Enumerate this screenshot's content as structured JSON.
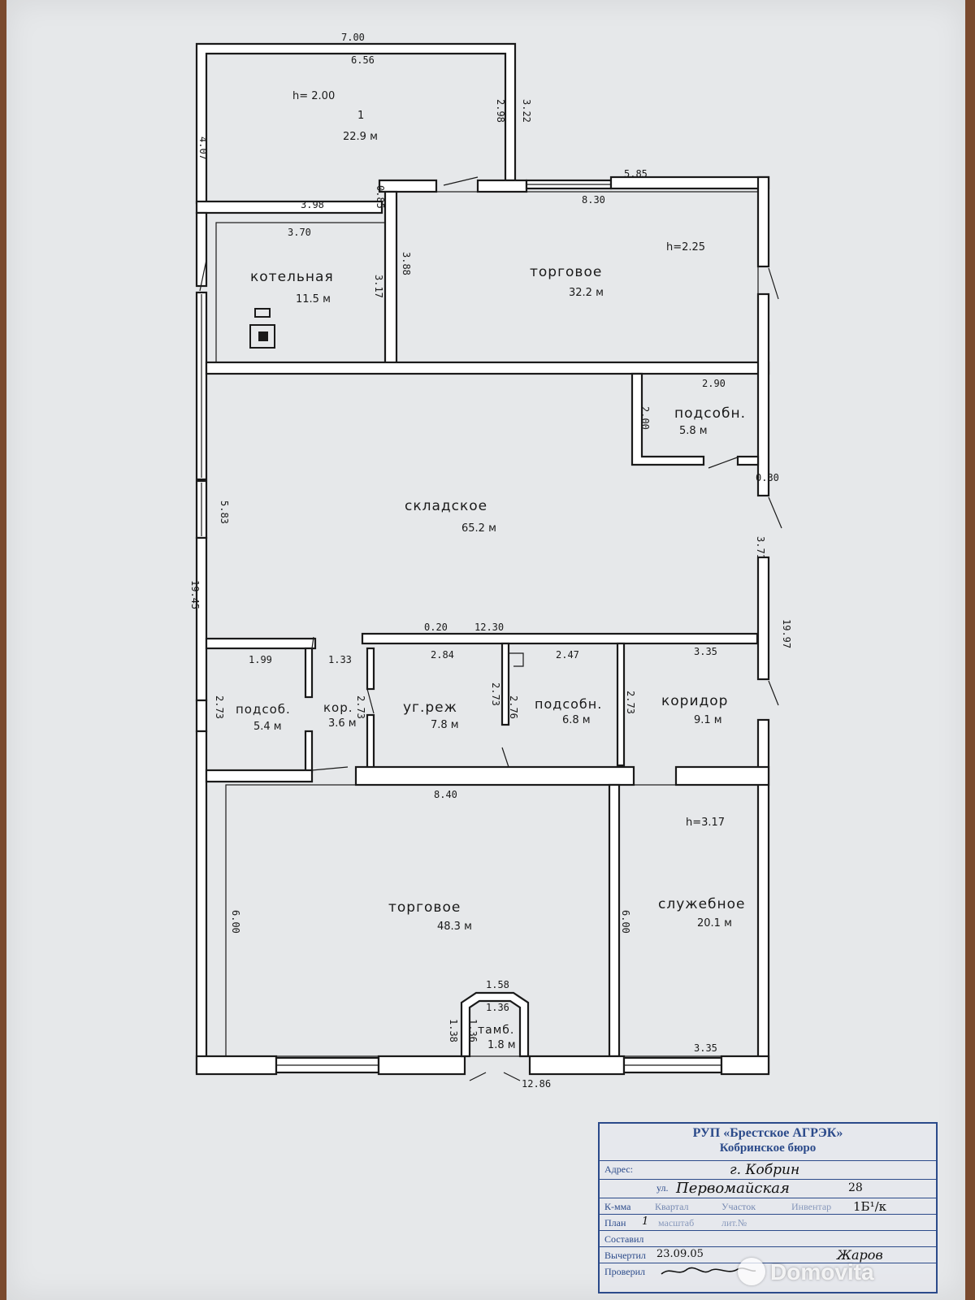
{
  "rooms": [
    {
      "id": "room1",
      "name": "",
      "number": "1",
      "area": "22.9",
      "height": "h= 2.00"
    },
    {
      "id": "boiler",
      "name": "котельная",
      "area": "11.5"
    },
    {
      "id": "trade_top",
      "name": "торговое",
      "area": "32.2",
      "height": "h=2.25"
    },
    {
      "id": "storage_aux",
      "name": "подсобн.",
      "area": "5.8"
    },
    {
      "id": "storage",
      "name": "складское",
      "area": "65.2"
    },
    {
      "id": "aux1",
      "name": "подсоб.",
      "area": "5.4"
    },
    {
      "id": "corr_small",
      "name": "кор.",
      "area": "3.6"
    },
    {
      "id": "toilet",
      "name": "уг.реж",
      "area": "7.8"
    },
    {
      "id": "aux2",
      "name": "подсобн.",
      "area": "6.8"
    },
    {
      "id": "corridor",
      "name": "коридор",
      "area": "9.1"
    },
    {
      "id": "trade_bottom",
      "name": "торговое",
      "area": "48.3"
    },
    {
      "id": "service",
      "name": "служебное",
      "area": "20.1",
      "height": "h=3.17"
    },
    {
      "id": "vestibule",
      "name": "тамб.",
      "area": "1.8"
    }
  ],
  "area_unit": "м",
  "dims": {
    "d700": "7.00",
    "d656": "6.56",
    "d407": "4.07",
    "d298": "2.98",
    "d322": "3.22",
    "d398": "3.98",
    "d085": "0.85",
    "d585": "5.85",
    "d830": "8.30",
    "d370": "3.70",
    "d317": "3.17",
    "d388": "3.88",
    "d290": "2.90",
    "d200": "2.00",
    "d030": "0.30",
    "d583": "5.83",
    "d371": "3.71",
    "d1945": "19.45",
    "d1997": "19.97",
    "d020": "0.20",
    "d1230": "12.30",
    "d199": "1.99",
    "d133": "1.33",
    "d284": "2.84",
    "d247": "2.47",
    "d335a": "3.35",
    "d273a": "2.73",
    "d273b": "2.73",
    "d273c": "2.73",
    "d276": "2.76",
    "d273d": "2.73",
    "d840": "8.40",
    "d600a": "6.00",
    "d600b": "6.00",
    "d158": "1.58",
    "d136a": "1.36",
    "d138": "1.38",
    "d136b": "1.36",
    "d335b": "3.35",
    "d1286": "12.86"
  },
  "stamp": {
    "org": "РУП «Брестское АГРЭК»",
    "bureau": "Кобринское бюро",
    "address_label": "Адрес:",
    "city": "г. Кобрин",
    "street_prefix": "ул.",
    "street": "Первомайская",
    "house": "28",
    "row_kmma": "К-мма",
    "row_kvartal": "Квартал",
    "row_uchastok": "Участок",
    "row_inventar": "Инвентар",
    "code": "1Б¹/к",
    "row_plan": "План",
    "plan_no": "1",
    "row_mash": "масштаб",
    "row_lit": "лит.№",
    "row_sostavil": "Составил",
    "row_vycherti": "Вычертил",
    "date": "23.09.05",
    "row_proveril": "Проверил",
    "name_handwritten": "Жаров"
  },
  "watermark": "Domovita"
}
